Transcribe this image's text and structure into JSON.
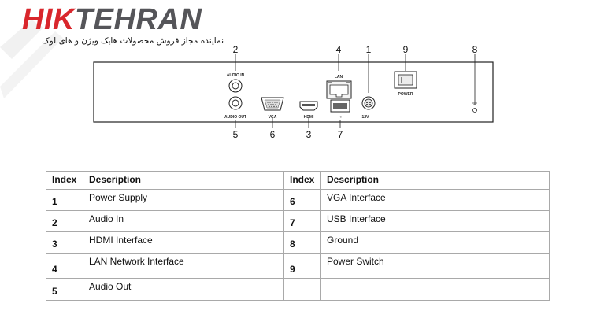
{
  "brand": {
    "hik": "HIK",
    "tehran": "TEHRAN",
    "subtitle": "نماینده مجاز فروش محصولات هایک ویژن و های لوک"
  },
  "panel": {
    "callouts": [
      "2",
      "4",
      "1",
      "9",
      "8",
      "5",
      "6",
      "3",
      "7"
    ],
    "labels": {
      "audio_in": "AUDIO IN",
      "audio_out": "AUDIO OUT",
      "vga": "VGA",
      "hdmi": "HDMI",
      "lan": "LAN",
      "power_in": "12V",
      "power": "POWER"
    }
  },
  "table": {
    "headers": [
      "Index",
      "Description",
      "Index",
      "Description"
    ],
    "rows": [
      {
        "i1": "1",
        "d1": "Power Supply",
        "i2": "6",
        "d2": "VGA Interface"
      },
      {
        "i1": "2",
        "d1": "Audio In",
        "i2": "7",
        "d2": "USB Interface"
      },
      {
        "i1": "3",
        "d1": "HDMI Interface",
        "i2": "8",
        "d2": "Ground"
      },
      {
        "i1": "4",
        "d1": "LAN Network Interface",
        "i2": "9",
        "d2": "Power Switch"
      },
      {
        "i1": "5",
        "d1": "Audio Out",
        "i2": "",
        "d2": ""
      }
    ]
  }
}
